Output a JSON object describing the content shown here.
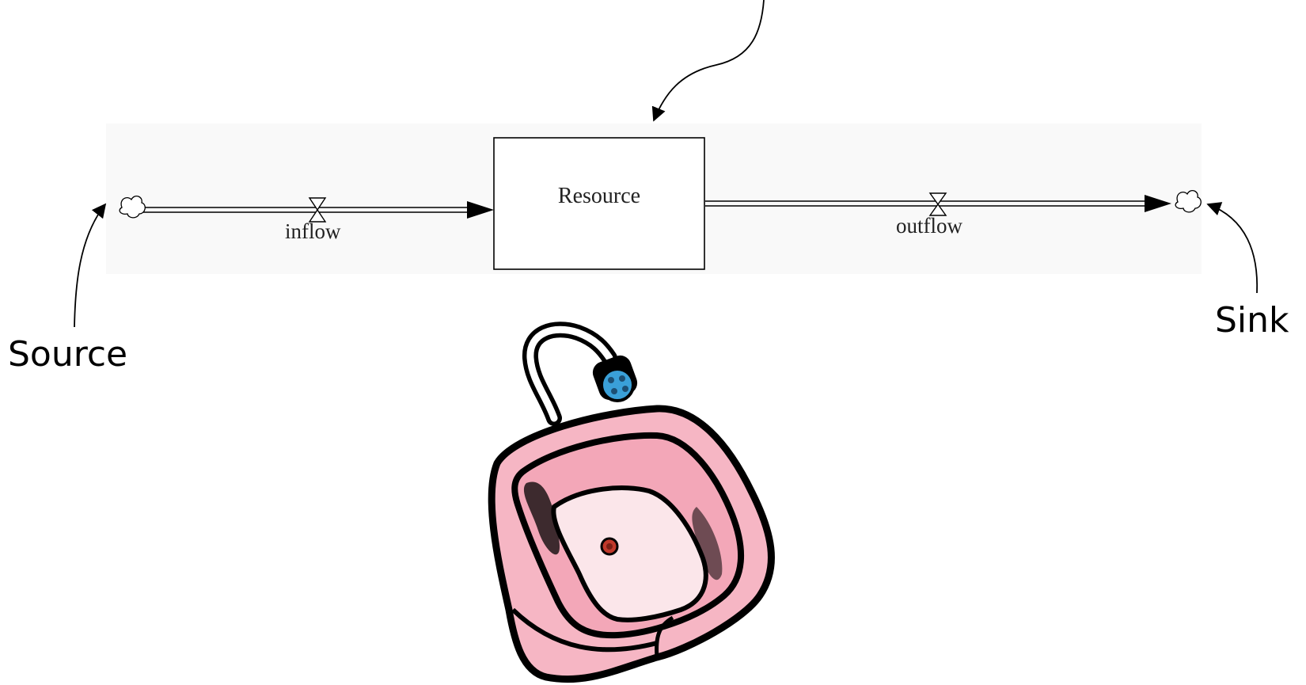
{
  "diagram": {
    "stock": {
      "label": "Resource"
    },
    "flows": [
      {
        "id": "inflow",
        "label": "inflow"
      },
      {
        "id": "outflow",
        "label": "outflow"
      }
    ],
    "clouds": [
      {
        "id": "source",
        "label": "Source"
      },
      {
        "id": "sink",
        "label": "Sink"
      }
    ]
  },
  "illustration": {
    "subject": "bathtub",
    "icon": "bathtub-icon"
  },
  "colors": {
    "panel": "#f9f9f9",
    "line": "#000000",
    "tub_fill": "#f6b6c4",
    "tub_inner": "#fbe6ea",
    "showerhead": "#3aa0d8",
    "drain": "#c0392b"
  }
}
